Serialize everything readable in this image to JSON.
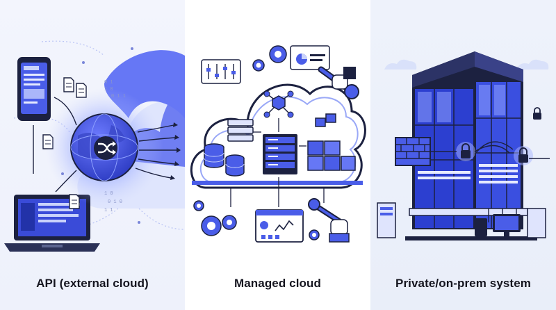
{
  "panels": [
    {
      "caption": "API (external cloud)",
      "accent": "#4a5de8"
    },
    {
      "caption": "Managed cloud",
      "accent": "#4a5de8"
    },
    {
      "caption": "Private/on-prem system",
      "accent": "#4a5de8"
    }
  ],
  "icons": {
    "panel1": [
      "smartphone-icon",
      "globe-icon",
      "shuffle-icon",
      "laptop-icon",
      "cloud-icon",
      "document-icon"
    ],
    "panel2": [
      "cloud-icon",
      "server-icon",
      "database-icon",
      "container-icon",
      "gear-icon",
      "wrench-icon",
      "dashboard-icon",
      "network-node-icon"
    ],
    "panel3": [
      "building-icon",
      "firewall-icon",
      "padlock-icon",
      "server-rack-icon",
      "monitor-icon"
    ]
  },
  "colors": {
    "primary": "#4a5de8",
    "dark": "#1c2140",
    "light": "#c9d2fb"
  }
}
